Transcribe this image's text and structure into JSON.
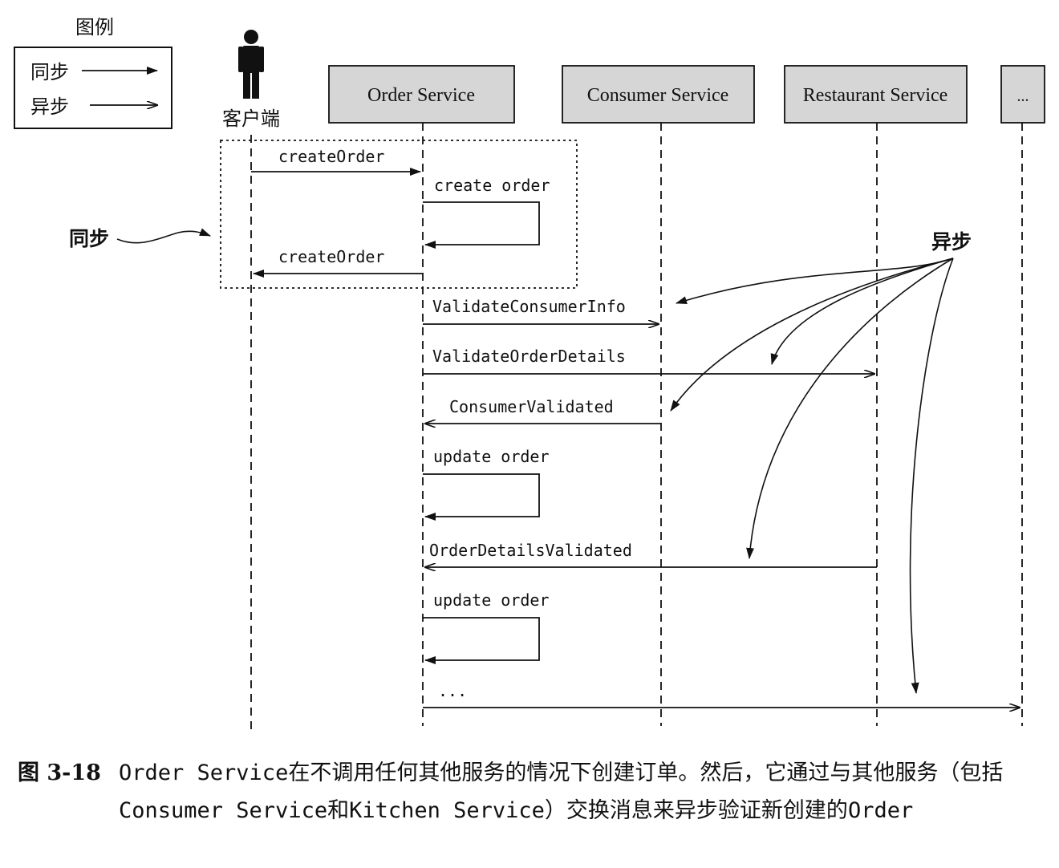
{
  "legend": {
    "title": "图例",
    "sync_label": "同步",
    "async_label": "异步"
  },
  "client_label": "客户端",
  "services": [
    {
      "label": "Order Service"
    },
    {
      "label": "Consumer Service"
    },
    {
      "label": "Restaurant Service"
    },
    {
      "label": "..."
    }
  ],
  "annotations": {
    "sync_callout": "同步",
    "async_callout": "异步"
  },
  "messages": [
    {
      "label": "createOrder",
      "from": "client",
      "to": "order",
      "kind": "sync"
    },
    {
      "label": "create order",
      "from": "order",
      "to": "order",
      "kind": "self"
    },
    {
      "label": "createOrder",
      "from": "order",
      "to": "client",
      "kind": "sync"
    },
    {
      "label": "ValidateConsumerInfo",
      "from": "order",
      "to": "consumer",
      "kind": "async"
    },
    {
      "label": "ValidateOrderDetails",
      "from": "order",
      "to": "restaurant",
      "kind": "async"
    },
    {
      "label": "ConsumerValidated",
      "from": "consumer",
      "to": "order",
      "kind": "async"
    },
    {
      "label": "update order",
      "from": "order",
      "to": "order",
      "kind": "self"
    },
    {
      "label": "OrderDetailsValidated",
      "from": "restaurant",
      "to": "order",
      "kind": "async"
    },
    {
      "label": "update order",
      "from": "order",
      "to": "order",
      "kind": "self"
    },
    {
      "label": "...",
      "from": "order",
      "to": "other",
      "kind": "async"
    }
  ],
  "caption": {
    "number": "图 3-18",
    "p1": "Order Service",
    "p2": "在不调用任何其他服务的情况下创建订单。然后，它通过与其他服务（包括",
    "p3": "Consumer Service",
    "p4": "和",
    "p5": "Kitchen Service",
    "p6": "）交换消息来异步验证新创建的",
    "p7": "Order"
  },
  "colors": {
    "service_box_fill": "#d6d6d6",
    "line": "#111111"
  }
}
